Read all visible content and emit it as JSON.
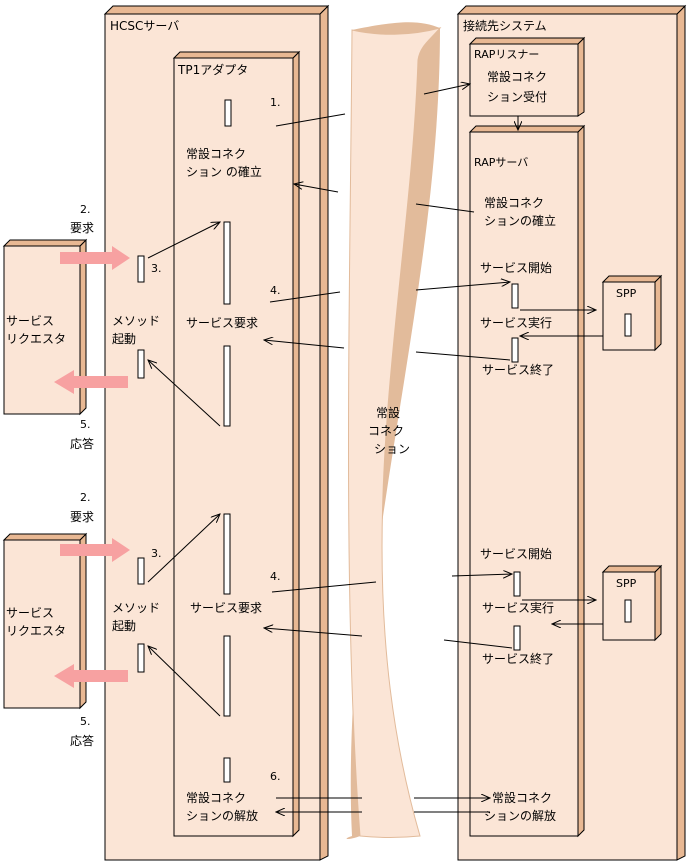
{
  "hcsc_server": "HCSCサーバ",
  "tp1_adapter": "TP1アダプタ",
  "connected_system": "接続先システム",
  "rap_listener": "RAPリスナー",
  "rap_server": "RAPサーバ",
  "persistent_connection": [
    "常設",
    "コネク",
    "ション"
  ],
  "steps": {
    "s1": "1.",
    "s2": "2.",
    "s3": "3.",
    "s4": "4.",
    "s5": "5.",
    "s6": "6."
  },
  "labels": {
    "request": "要求",
    "response": "応答",
    "method_invocation": [
      "メソッド",
      "起動"
    ],
    "service_requester": [
      "サービス",
      "リクエスタ"
    ],
    "establish_connection": [
      "常設コネク",
      "ション の確立"
    ],
    "establish_connection_rap": [
      "常設コネク",
      "ションの確立"
    ],
    "accept_connection": [
      "常設コネク",
      "ション受付"
    ],
    "service_request": "サービス要求",
    "service_start": "サービス開始",
    "service_exec": "サービス実行",
    "service_end": "サービス終了",
    "spp": "SPP",
    "release_connection": [
      "常設コネク",
      "ションの解放"
    ]
  },
  "colors": {
    "box_fill": "#FBE5D6",
    "box_side": "#E8B893",
    "connection_fill": "#FBE5D6",
    "connection_shadow": "#E2BB9B",
    "arrow_pink": "#F7A1A1",
    "stroke": "#000000"
  }
}
